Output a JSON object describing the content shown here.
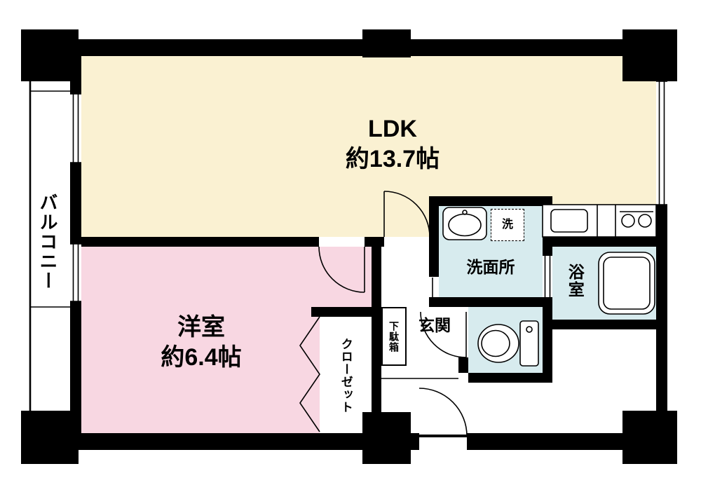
{
  "floorplan": {
    "rooms": {
      "ldk": {
        "label": "LDK",
        "size": "約13.7帖"
      },
      "western_room": {
        "label": "洋室",
        "size": "約6.4帖"
      },
      "balcony": {
        "label": "バルコニー"
      },
      "washroom": {
        "label": "洗面所"
      },
      "bathroom": {
        "label": "浴室"
      },
      "entrance": {
        "label": "玄関"
      },
      "shoe_box": {
        "label": "下駄箱"
      },
      "closet": {
        "label": "クローゼット"
      },
      "washer": {
        "label": "洗"
      }
    },
    "colors": {
      "ldk_fill": "#FAF1D2",
      "western_room_fill": "#F8D7E2",
      "wet_area_fill": "#D7EBEE",
      "wall": "#000000",
      "line": "#000000",
      "background": "#FFFFFF"
    }
  }
}
